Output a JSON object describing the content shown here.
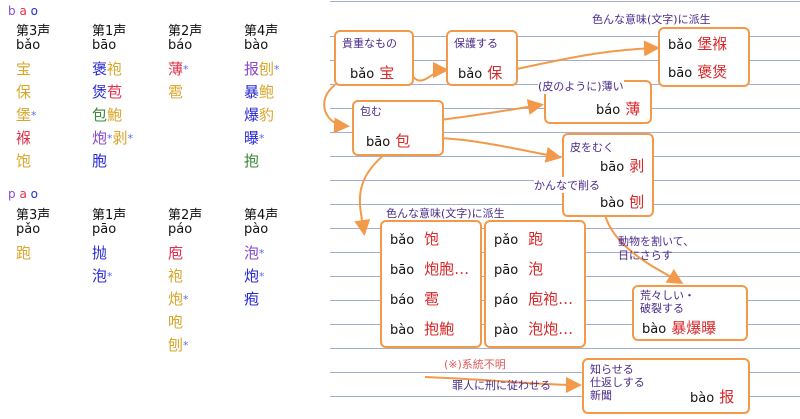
{
  "section_bao": {
    "letters": [
      "b",
      "a",
      "o"
    ],
    "columns": [
      {
        "tone": "第3声",
        "pinyin": "bǎo",
        "chars": [
          [
            "宝"
          ],
          [
            "保"
          ],
          [
            "堡",
            "*"
          ],
          [
            "褓"
          ],
          [
            "饱"
          ]
        ]
      },
      {
        "tone": "第1声",
        "pinyin": "bāo",
        "chars": [
          [
            "褒",
            "袍"
          ],
          [
            "煲",
            "苞"
          ],
          [
            "包",
            "鮑"
          ],
          [
            "炮",
            "*",
            "剥",
            "*"
          ],
          [
            "胞"
          ]
        ]
      },
      {
        "tone": "第2声",
        "pinyin": "báo",
        "chars": [
          [
            "薄",
            "*"
          ],
          [
            "雹"
          ]
        ]
      },
      {
        "tone": "第4声",
        "pinyin": "bào",
        "chars": [
          [
            "报",
            "刨",
            "*"
          ],
          [
            "暴",
            "鲍"
          ],
          [
            "爆",
            "豹"
          ],
          [
            "曝",
            "*"
          ],
          [
            "抱"
          ]
        ]
      }
    ]
  },
  "section_pao": {
    "letters": [
      "p",
      "a",
      "o"
    ],
    "columns": [
      {
        "tone": "第3声",
        "pinyin": "pǎo",
        "chars": [
          [
            "跑"
          ]
        ]
      },
      {
        "tone": "第1声",
        "pinyin": "pāo",
        "chars": [
          [
            "抛"
          ],
          [
            "泡",
            "*"
          ]
        ]
      },
      {
        "tone": "第2声",
        "pinyin": "páo",
        "chars": [
          [
            "庖"
          ],
          [
            "袍"
          ],
          [
            "炮",
            "*"
          ],
          [
            "咆"
          ],
          [
            "刨",
            "*"
          ]
        ]
      },
      {
        "tone": "第4声",
        "pinyin": "pào",
        "chars": [
          [
            "泡",
            "*"
          ],
          [
            "炮",
            "*"
          ],
          [
            "疱"
          ]
        ]
      }
    ]
  },
  "diagram": {
    "box_treasure": {
      "note": "貴重なもの",
      "pinyin": "bǎo",
      "char": "宝"
    },
    "box_protect": {
      "note": "保護する",
      "pinyin": "bǎo",
      "char": "保"
    },
    "box_derive1": {
      "title": "色んな意味(文字)に派生",
      "rows": [
        {
          "pinyin": "bǎo",
          "chars": "堡褓"
        },
        {
          "pinyin": "bāo",
          "chars": "褒煲"
        }
      ]
    },
    "box_wrap": {
      "note": "包む",
      "pinyin": "bāo",
      "char": "包"
    },
    "box_thin": {
      "note": "(皮のように)薄い",
      "pinyin": "báo",
      "char": "薄"
    },
    "box_peel": {
      "note": "皮をむく",
      "pinyin": "bāo",
      "char": "剥",
      "note2": "かんなで削る",
      "pinyin2": "bào",
      "char2": "刨"
    },
    "box_derive2": {
      "title": "色んな意味(文字)に派生",
      "left": [
        {
          "pinyin": "bǎo",
          "chars": "饱"
        },
        {
          "pinyin": "bāo",
          "chars": "炮胞…"
        },
        {
          "pinyin": "báo",
          "chars": "雹"
        },
        {
          "pinyin": "bào",
          "chars": "抱鮑"
        }
      ],
      "right": [
        {
          "pinyin": "pǎo",
          "chars": "跑"
        },
        {
          "pinyin": "pāo",
          "chars": "泡"
        },
        {
          "pinyin": "páo",
          "chars": "庖袍…"
        },
        {
          "pinyin": "pào",
          "chars": "泡炮…"
        }
      ]
    },
    "note_cut": "動物を割いて、\n日にさらす",
    "box_fierce": {
      "note": "荒々しい・\n破裂する",
      "pinyin": "bào",
      "chars": "暴爆曝"
    },
    "note_unknown": "(※)系統不明",
    "note_punish": "罪人に刑に従わせる",
    "box_report": {
      "note": "知らせる\n仕返しする\n新聞",
      "pinyin": "bào",
      "char": "报"
    }
  }
}
